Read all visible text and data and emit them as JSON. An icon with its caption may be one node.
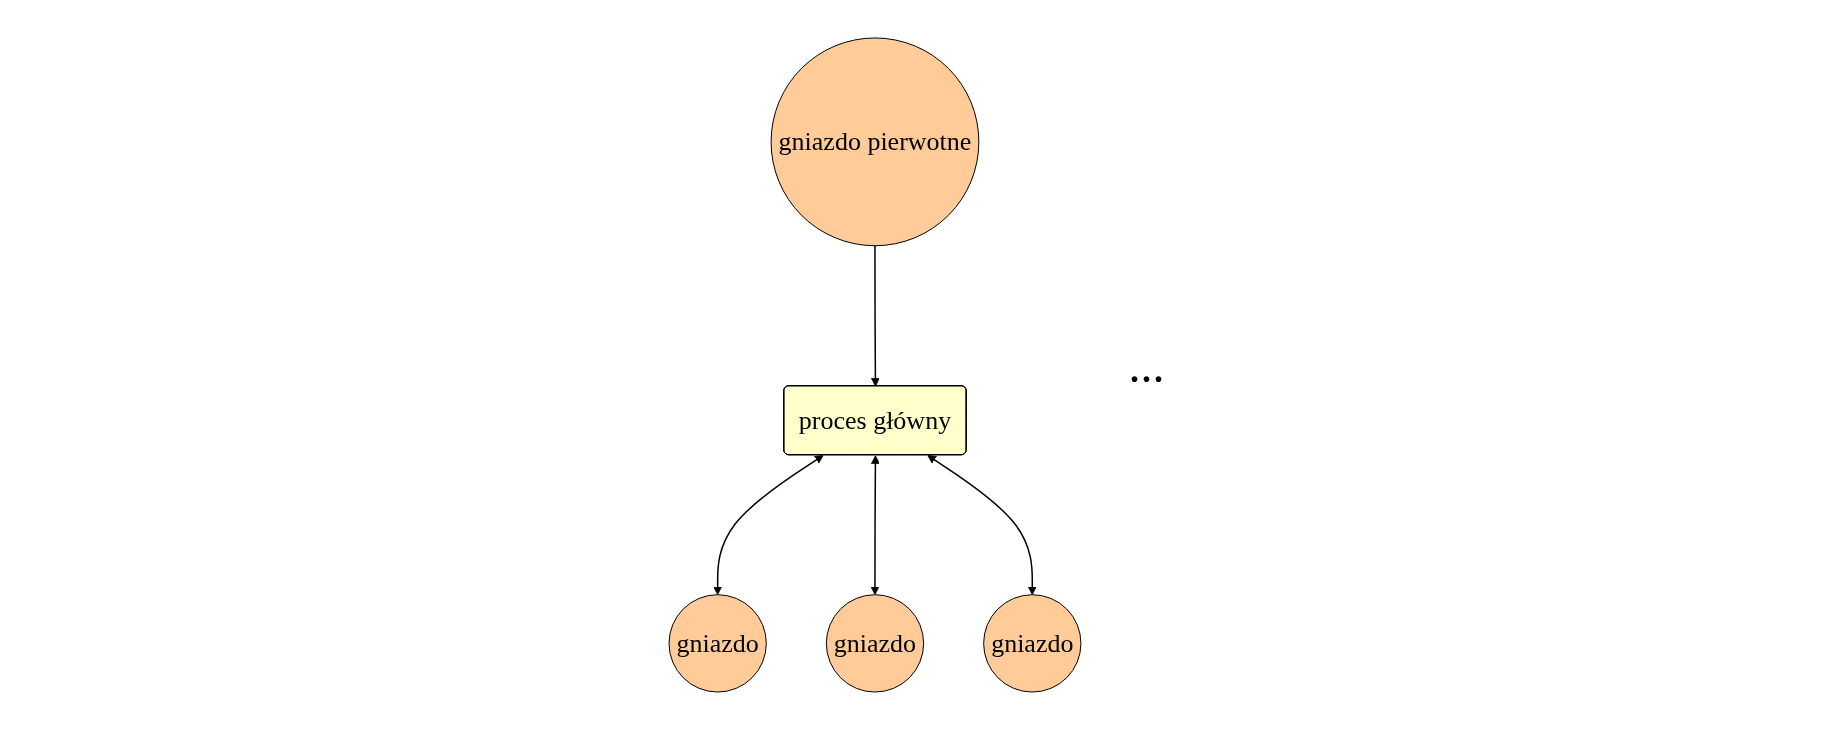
{
  "diagram": {
    "nodes": [
      {
        "text": [
          "proces główny"
        ]
      },
      {
        "text": [
          "gniazdo pierwotne"
        ]
      },
      {
        "text": [
          "gniazdo"
        ]
      },
      {
        "text": [
          "gniazdo"
        ]
      },
      {
        "text": [
          "gniazdo"
        ]
      }
    ],
    "edges": [
      {
        "from": 1,
        "to": 0,
        "arrow": "to"
      },
      {
        "from": 0,
        "to": 2,
        "arrow": "both"
      },
      {
        "from": 0,
        "to": 3,
        "arrow": "both"
      },
      {
        "from": 0,
        "to": 4,
        "arrow": "both"
      }
    ],
    "labels": [
      "..."
    ]
  }
}
